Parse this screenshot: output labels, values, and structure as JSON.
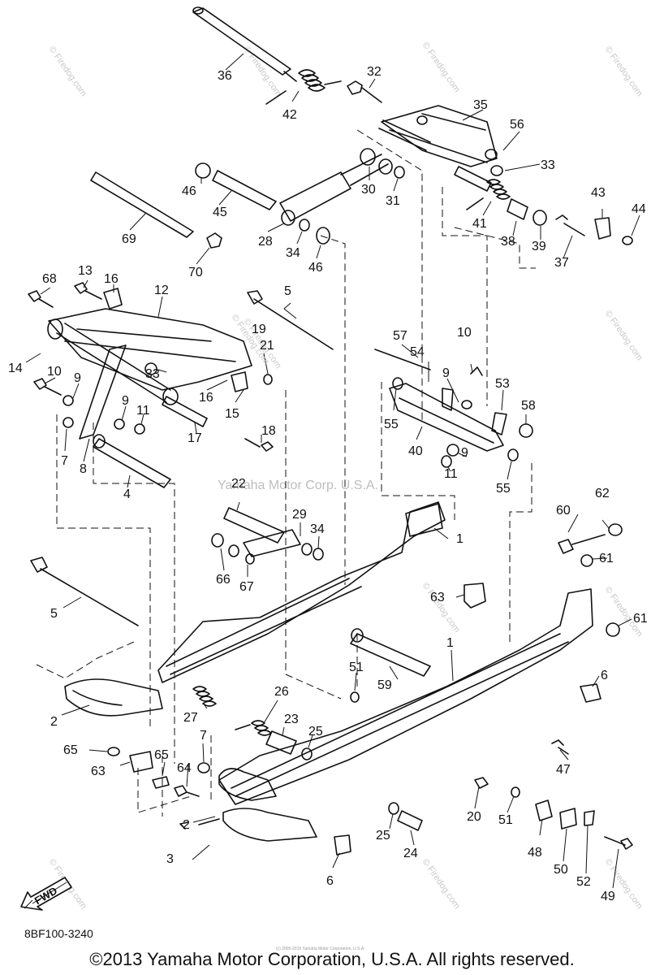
{
  "diagram": {
    "part_numbers": [
      "1",
      "1",
      "2",
      "2",
      "3",
      "4",
      "5",
      "5",
      "6",
      "6",
      "7",
      "7",
      "8",
      "9",
      "9",
      "9",
      "9",
      "10",
      "10",
      "11",
      "11",
      "12",
      "13",
      "14",
      "15",
      "16",
      "16",
      "17",
      "18",
      "19",
      "20",
      "21",
      "22",
      "23",
      "24",
      "25",
      "25",
      "26",
      "27",
      "28",
      "29",
      "30",
      "31",
      "32",
      "33",
      "33",
      "34",
      "34",
      "35",
      "36",
      "37",
      "38",
      "39",
      "40",
      "41",
      "42",
      "43",
      "44",
      "45",
      "46",
      "46",
      "47",
      "48",
      "49",
      "50",
      "51",
      "51",
      "52",
      "53",
      "54",
      "55",
      "55",
      "56",
      "57",
      "58",
      "59",
      "60",
      "61",
      "61",
      "62",
      "63",
      "63",
      "64",
      "65",
      "65",
      "66",
      "67",
      "68",
      "69",
      "70"
    ],
    "center_watermark": "Yamaha Motor Corp. U.S.A.",
    "watermark": "© Firedog.com",
    "fwd_label": "FWD",
    "drawing_code": "8BF100-3240",
    "tiny_copyright": "(c) 2005-2015 Yamaha Motor Corporation, U.S.A.",
    "copyright": "©2013 Yamaha Motor Corporation, U.S.A. All rights reserved."
  }
}
